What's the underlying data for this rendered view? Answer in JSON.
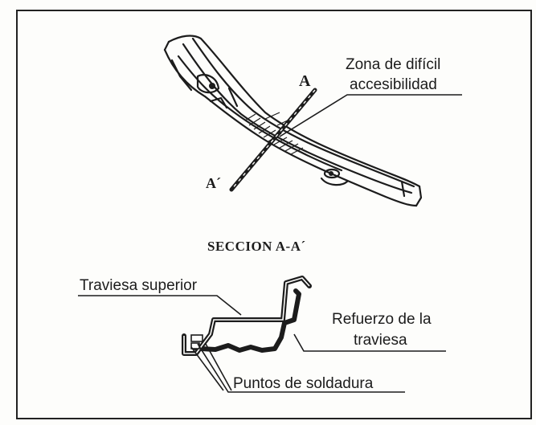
{
  "labels": {
    "zone_line1": "Zona de difícil",
    "zone_line2": "accesibilidad",
    "marker_a": "A",
    "marker_a_prime": "A´",
    "section_title": "SECCION A-A´",
    "upper_crossmember": "Traviesa superior",
    "reinforcement_line1": "Refuerzo de la",
    "reinforcement_line2": "traviesa",
    "weld_points": "Puntos de soldadura"
  },
  "colors": {
    "ink": "#1c1c1c",
    "paper": "#fdfdfb"
  }
}
